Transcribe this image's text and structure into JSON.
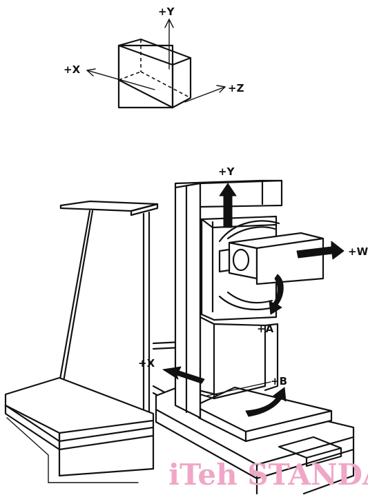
{
  "coordinate_key": {
    "labels": {
      "plus_y": "+Y",
      "plus_x": "+X",
      "plus_z": "+Z"
    }
  },
  "machine": {
    "labels": {
      "plus_y": "+Y",
      "plus_w": "+W",
      "plus_a": "+A",
      "plus_x": "+X",
      "plus_b": "+B"
    }
  },
  "watermark": {
    "text": "iTeh STANDA",
    "color": "#f0a6c6"
  }
}
